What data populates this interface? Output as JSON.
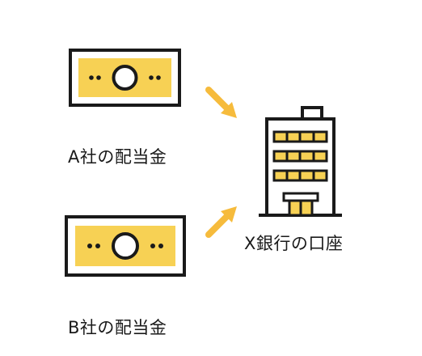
{
  "labels": {
    "company_a": "A社の配当金",
    "company_b": "B社の配当金",
    "bank_account": "X銀行の口座"
  },
  "colors": {
    "accent": "#F7D154",
    "arrow": "#F6BB3C",
    "stroke": "#1a1a1a",
    "background": "#ffffff"
  },
  "icons": [
    "banknote-icon",
    "banknote-icon",
    "bank-building-icon",
    "arrow-icon",
    "arrow-icon"
  ]
}
